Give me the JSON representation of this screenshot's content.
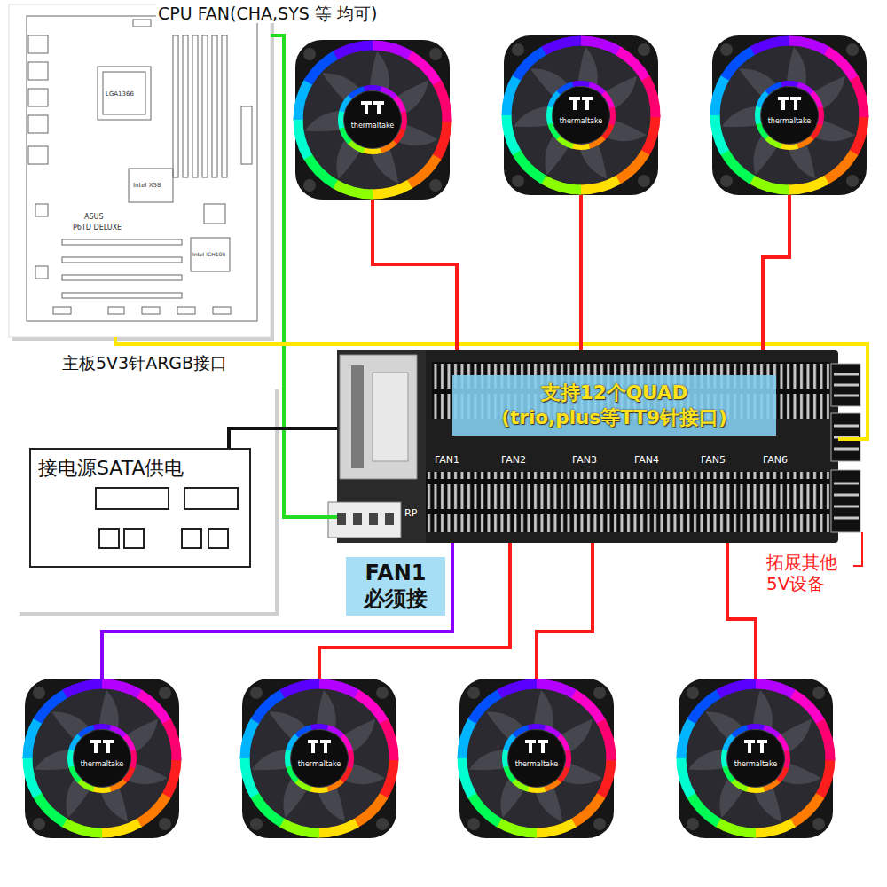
{
  "diagram": {
    "nodes": [
      {
        "text": [
          "主板5V3针ARGB接口"
        ]
      },
      {
        "text": [
          "thermaltake"
        ]
      },
      {
        "text": [
          "thermaltake"
        ]
      },
      {
        "text": [
          "thermaltake"
        ]
      },
      {
        "text": [
          "接电源SATA供电"
        ]
      },
      {
        "text": [
          "支持12个QUAD (trio,plus等TT9针接口)"
        ]
      },
      {
        "text": [
          "FAN1 必须接"
        ]
      },
      {
        "text": [
          "thermaltake"
        ]
      },
      {
        "text": [
          "thermaltake"
        ]
      },
      {
        "text": [
          "thermaltake"
        ]
      },
      {
        "text": [
          "thermaltake"
        ]
      }
    ],
    "edges": [
      {
        "from": 0,
        "to": 5,
        "arrow": "none"
      },
      {
        "from": 0,
        "to": 5,
        "arrow": "none"
      },
      {
        "from": 4,
        "to": 5,
        "arrow": "none"
      },
      {
        "from": 1,
        "to": 5,
        "arrow": "none"
      },
      {
        "from": 2,
        "to": 5,
        "arrow": "none"
      },
      {
        "from": 3,
        "to": 5,
        "arrow": "none"
      },
      {
        "from": 5,
        "to": 7,
        "arrow": "none"
      },
      {
        "from": 5,
        "to": 8,
        "arrow": "none"
      },
      {
        "from": 5,
        "to": 9,
        "arrow": "none"
      },
      {
        "from": 5,
        "to": 10,
        "arrow": "none"
      }
    ],
    "labels": [
      "CPU FAN(CHA,SYS 等 均可)",
      "LGA1366",
      "Intel X58",
      "ASUS",
      "P6TD DELUXE",
      "Intel ICH10R",
      "FAN1",
      "FAN2",
      "FAN3",
      "FAN4",
      "FAN5",
      "FAN6",
      "RP",
      "拓展其他 5V设备"
    ]
  }
}
